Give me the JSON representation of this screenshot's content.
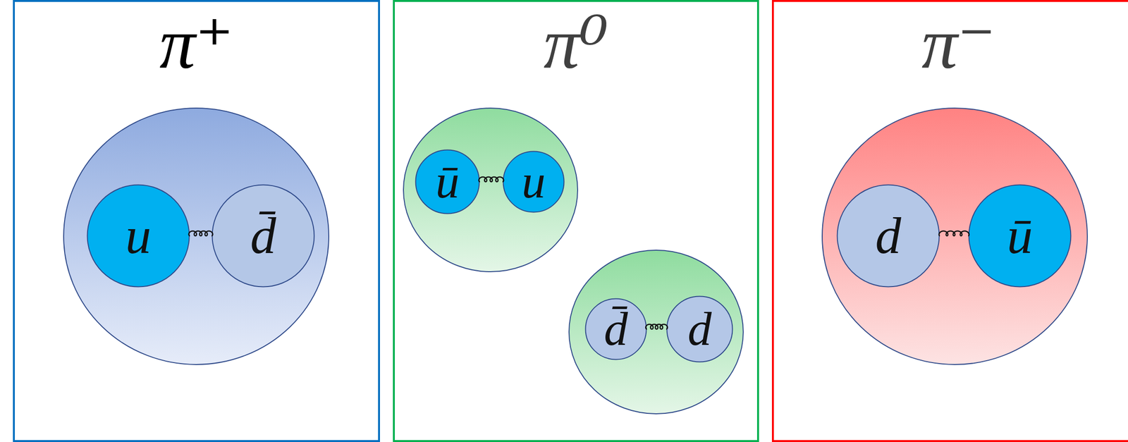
{
  "diagram": {
    "nodes": [
      {
        "text": [
          "π⁺"
        ]
      },
      {
        "text": [
          "u"
        ],
        "in": 0
      },
      {
        "text": [
          "d̄"
        ],
        "in": 0
      },
      {
        "text": [
          "π⁰"
        ]
      },
      {
        "text": [
          "ū"
        ],
        "in": 3
      },
      {
        "text": [
          "u"
        ],
        "in": 3
      },
      {
        "text": [
          "d̄"
        ],
        "in": 3
      },
      {
        "text": [
          "d"
        ],
        "in": 3
      },
      {
        "text": [
          "π⁻"
        ]
      },
      {
        "text": [
          "d"
        ],
        "in": 8
      },
      {
        "text": [
          "ū"
        ],
        "in": 8
      }
    ],
    "edges": [
      {
        "from": 1,
        "to": 2,
        "arrow": "none"
      },
      {
        "from": 4,
        "to": 5,
        "arrow": "none"
      },
      {
        "from": 6,
        "to": 7,
        "arrow": "none"
      },
      {
        "from": 9,
        "to": 10,
        "arrow": "none"
      }
    ]
  }
}
